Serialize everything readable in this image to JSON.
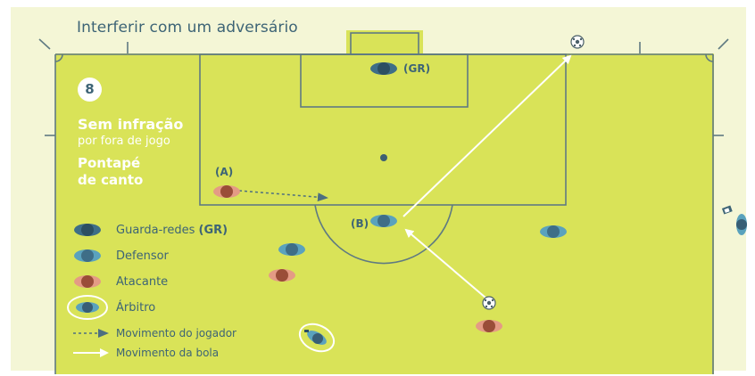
{
  "title": "Interferir com um adversário",
  "scenario_number": "8",
  "verdict": "Sem infração",
  "verdict_detail": "por fora de jogo",
  "restart_line1": "Pontapé",
  "restart_line2": "de canto",
  "player_labels": {
    "goalkeeper": "(GR)",
    "attacker_a": "(A)",
    "attacker_b": "(B)"
  },
  "legend": {
    "goalkeeper": "Guarda-redes",
    "goalkeeper_tag": "(GR)",
    "defender": "Defensor",
    "attacker": "Atacante",
    "referee": "Árbitro",
    "player_movement": "Movimento do jogador",
    "ball_movement": "Movimento da bola"
  },
  "colors": {
    "background": "#f4f6d6",
    "pitch": "#d9e358",
    "lines": "#5f7a82",
    "text": "#3d6476",
    "goalkeeper": "#3e6e87",
    "defender": "#5aa2bd",
    "attacker": "#cf6f55",
    "referee": "#385e75"
  }
}
